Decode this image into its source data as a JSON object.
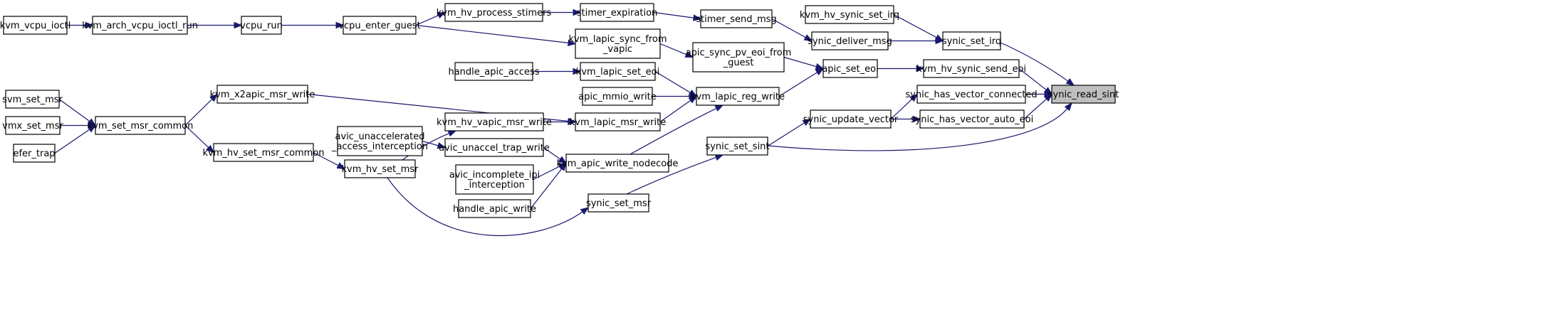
{
  "nodes": [
    {
      "id": "kvm_vcpu_ioctl",
      "lines": [
        "kvm_vcpu_ioctl"
      ]
    },
    {
      "id": "kvm_arch_vcpu_ioctl_run",
      "lines": [
        "kvm_arch_vcpu_ioctl_run"
      ]
    },
    {
      "id": "vcpu_run",
      "lines": [
        "vcpu_run"
      ]
    },
    {
      "id": "vcpu_enter_guest",
      "lines": [
        "vcpu_enter_guest"
      ]
    },
    {
      "id": "kvm_hv_process_stimers",
      "lines": [
        "kvm_hv_process_stimers"
      ]
    },
    {
      "id": "stimer_expiration",
      "lines": [
        "stimer_expiration"
      ]
    },
    {
      "id": "stimer_send_msg",
      "lines": [
        "stimer_send_msg"
      ]
    },
    {
      "id": "kvm_hv_synic_set_irq",
      "lines": [
        "kvm_hv_synic_set_irq"
      ]
    },
    {
      "id": "synic_deliver_msg",
      "lines": [
        "synic_deliver_msg"
      ]
    },
    {
      "id": "synic_set_irq",
      "lines": [
        "synic_set_irq"
      ]
    },
    {
      "id": "kvm_lapic_sync_from_vapic",
      "lines": [
        "kvm_lapic_sync_from",
        "_vapic"
      ]
    },
    {
      "id": "apic_sync_pv_eoi_from_guest",
      "lines": [
        "apic_sync_pv_eoi_from",
        "_guest"
      ]
    },
    {
      "id": "handle_apic_access",
      "lines": [
        "handle_apic_access"
      ]
    },
    {
      "id": "kvm_lapic_set_eoi",
      "lines": [
        "kvm_lapic_set_eoi"
      ]
    },
    {
      "id": "apic_set_eoi",
      "lines": [
        "apic_set_eoi"
      ]
    },
    {
      "id": "kvm_hv_synic_send_eoi",
      "lines": [
        "kvm_hv_synic_send_eoi"
      ]
    },
    {
      "id": "apic_mmio_write",
      "lines": [
        "apic_mmio_write"
      ]
    },
    {
      "id": "kvm_lapic_reg_write",
      "lines": [
        "kvm_lapic_reg_write"
      ]
    },
    {
      "id": "synic_has_vector_connected",
      "lines": [
        "synic_has_vector_connected"
      ]
    },
    {
      "id": "synic_read_sint",
      "lines": [
        "synic_read_sint"
      ],
      "highlight": true
    },
    {
      "id": "svm_set_msr",
      "lines": [
        "svm_set_msr"
      ]
    },
    {
      "id": "kvm_x2apic_msr_write",
      "lines": [
        "kvm_x2apic_msr_write"
      ]
    },
    {
      "id": "vmx_set_msr",
      "lines": [
        "vmx_set_msr"
      ]
    },
    {
      "id": "kvm_set_msr_common",
      "lines": [
        "kvm_set_msr_common"
      ]
    },
    {
      "id": "efer_trap",
      "lines": [
        "efer_trap"
      ]
    },
    {
      "id": "kvm_hv_vapic_msr_write",
      "lines": [
        "kvm_hv_vapic_msr_write"
      ]
    },
    {
      "id": "kvm_lapic_msr_write",
      "lines": [
        "kvm_lapic_msr_write"
      ]
    },
    {
      "id": "synic_update_vector",
      "lines": [
        "synic_update_vector"
      ]
    },
    {
      "id": "synic_has_vector_auto_eoi",
      "lines": [
        "synic_has_vector_auto_eoi"
      ]
    },
    {
      "id": "avic_unaccelerated_access_interception",
      "lines": [
        "avic_unaccelerated",
        "_access_interception"
      ]
    },
    {
      "id": "avic_unaccel_trap_write",
      "lines": [
        "avic_unaccel_trap_write"
      ]
    },
    {
      "id": "kvm_hv_set_msr_common",
      "lines": [
        "kvm_hv_set_msr_common"
      ]
    },
    {
      "id": "synic_set_sint",
      "lines": [
        "synic_set_sint"
      ]
    },
    {
      "id": "kvm_hv_set_msr",
      "lines": [
        "kvm_hv_set_msr"
      ]
    },
    {
      "id": "kvm_apic_write_nodecode",
      "lines": [
        "kvm_apic_write_nodecode"
      ]
    },
    {
      "id": "avic_incomplete_ipi_interception",
      "lines": [
        "avic_incomplete_ipi",
        "_interception"
      ]
    },
    {
      "id": "handle_apic_write",
      "lines": [
        "handle_apic_write"
      ]
    },
    {
      "id": "synic_set_msr",
      "lines": [
        "synic_set_msr"
      ]
    }
  ],
  "edges": [
    [
      "kvm_vcpu_ioctl",
      "kvm_arch_vcpu_ioctl_run"
    ],
    [
      "kvm_arch_vcpu_ioctl_run",
      "vcpu_run"
    ],
    [
      "vcpu_run",
      "vcpu_enter_guest"
    ],
    [
      "vcpu_enter_guest",
      "kvm_hv_process_stimers"
    ],
    [
      "vcpu_enter_guest",
      "kvm_lapic_sync_from_vapic"
    ],
    [
      "kvm_hv_process_stimers",
      "stimer_expiration"
    ],
    [
      "stimer_expiration",
      "stimer_send_msg"
    ],
    [
      "stimer_send_msg",
      "synic_deliver_msg"
    ],
    [
      "synic_deliver_msg",
      "synic_set_irq"
    ],
    [
      "kvm_hv_synic_set_irq",
      "synic_set_irq"
    ],
    [
      "synic_set_irq",
      "synic_read_sint"
    ],
    [
      "kvm_lapic_sync_from_vapic",
      "apic_sync_pv_eoi_from_guest"
    ],
    [
      "apic_sync_pv_eoi_from_guest",
      "apic_set_eoi"
    ],
    [
      "handle_apic_access",
      "kvm_lapic_set_eoi"
    ],
    [
      "kvm_lapic_set_eoi",
      "kvm_lapic_reg_write"
    ],
    [
      "apic_mmio_write",
      "kvm_lapic_reg_write"
    ],
    [
      "kvm_lapic_reg_write",
      "apic_set_eoi"
    ],
    [
      "apic_set_eoi",
      "kvm_hv_synic_send_eoi"
    ],
    [
      "kvm_hv_synic_send_eoi",
      "synic_read_sint"
    ],
    [
      "synic_has_vector_connected",
      "synic_read_sint"
    ],
    [
      "synic_has_vector_auto_eoi",
      "synic_read_sint"
    ],
    [
      "synic_set_sint",
      "synic_read_sint"
    ],
    [
      "synic_update_vector",
      "synic_has_vector_connected"
    ],
    [
      "synic_update_vector",
      "synic_has_vector_auto_eoi"
    ],
    [
      "synic_set_sint",
      "synic_update_vector"
    ],
    [
      "svm_set_msr",
      "kvm_set_msr_common"
    ],
    [
      "vmx_set_msr",
      "kvm_set_msr_common"
    ],
    [
      "efer_trap",
      "kvm_set_msr_common"
    ],
    [
      "kvm_set_msr_common",
      "kvm_x2apic_msr_write"
    ],
    [
      "kvm_set_msr_common",
      "kvm_hv_set_msr_common"
    ],
    [
      "kvm_x2apic_msr_write",
      "kvm_lapic_msr_write"
    ],
    [
      "kvm_hv_set_msr_common",
      "kvm_hv_set_msr"
    ],
    [
      "kvm_hv_set_msr",
      "kvm_hv_vapic_msr_write"
    ],
    [
      "kvm_hv_set_msr",
      "synic_set_msr"
    ],
    [
      "kvm_hv_vapic_msr_write",
      "kvm_lapic_msr_write"
    ],
    [
      "kvm_lapic_msr_write",
      "kvm_lapic_reg_write"
    ],
    [
      "avic_unaccelerated_access_interception",
      "avic_unaccel_trap_write"
    ],
    [
      "avic_unaccel_trap_write",
      "kvm_apic_write_nodecode"
    ],
    [
      "avic_incomplete_ipi_interception",
      "kvm_apic_write_nodecode"
    ],
    [
      "handle_apic_write",
      "kvm_apic_write_nodecode"
    ],
    [
      "kvm_apic_write_nodecode",
      "kvm_lapic_reg_write"
    ],
    [
      "synic_set_msr",
      "synic_set_sint"
    ]
  ],
  "colors": {
    "edge": "#191970",
    "node_border": "#000000",
    "node_fill": "#ffffff",
    "highlight_fill": "#bfbfbf"
  }
}
